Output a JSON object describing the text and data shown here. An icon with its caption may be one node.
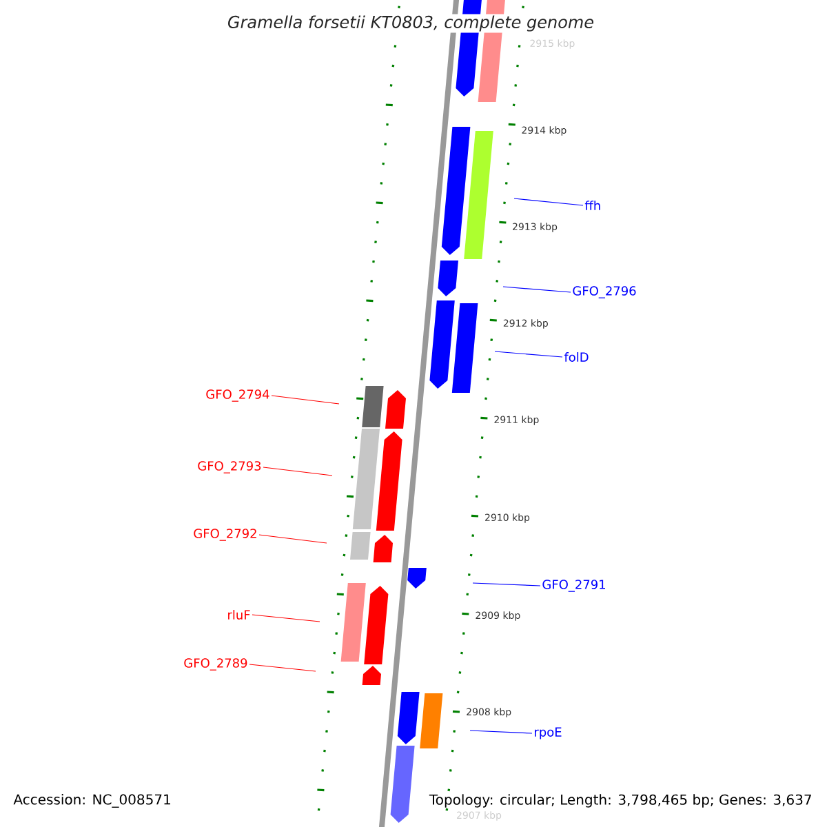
{
  "diagram": {
    "title": "Gramella forsetii KT0803, complete genome",
    "nodes": [
      {
        "text": [
          "ffh"
        ]
      },
      {
        "text": [
          "GFO_2796"
        ]
      },
      {
        "text": [
          "folD"
        ]
      },
      {
        "text": [
          "GFO_2794"
        ]
      },
      {
        "text": [
          "GFO_2793"
        ]
      },
      {
        "text": [
          "GFO_2792"
        ]
      },
      {
        "text": [
          "GFO_2791"
        ]
      },
      {
        "text": [
          "rluF"
        ]
      },
      {
        "text": [
          "GFO_2789"
        ]
      },
      {
        "text": [
          "rpoE"
        ]
      }
    ],
    "edges": [
      {
        "from": 0,
        "to": null,
        "arrow": "none",
        "color": "#0000ff"
      },
      {
        "from": 1,
        "to": null,
        "arrow": "none",
        "color": "#0000ff"
      },
      {
        "from": 2,
        "to": null,
        "arrow": "none",
        "color": "#0000ff"
      },
      {
        "from": 3,
        "to": null,
        "arrow": "none",
        "color": "#ff0000"
      },
      {
        "from": 4,
        "to": null,
        "arrow": "none",
        "color": "#ff0000"
      },
      {
        "from": 5,
        "to": null,
        "arrow": "none",
        "color": "#ff0000"
      },
      {
        "from": 6,
        "to": null,
        "arrow": "none",
        "color": "#0000ff"
      },
      {
        "from": 7,
        "to": null,
        "arrow": "none",
        "color": "#ff0000"
      },
      {
        "from": 8,
        "to": null,
        "arrow": "none",
        "color": "#ff0000"
      },
      {
        "from": 9,
        "to": null,
        "arrow": "none",
        "color": "#0000ff"
      }
    ],
    "labels": [
      "2915 kbp",
      "2914 kbp",
      "2913 kbp",
      "2912 kbp",
      "2911 kbp",
      "2910 kbp",
      "2909 kbp",
      "2908 kbp",
      "2907 kbp",
      "Accession: NC_008571",
      "Topology: circular; Length: 3,798,465 bp; Genes: 3,637"
    ]
  }
}
